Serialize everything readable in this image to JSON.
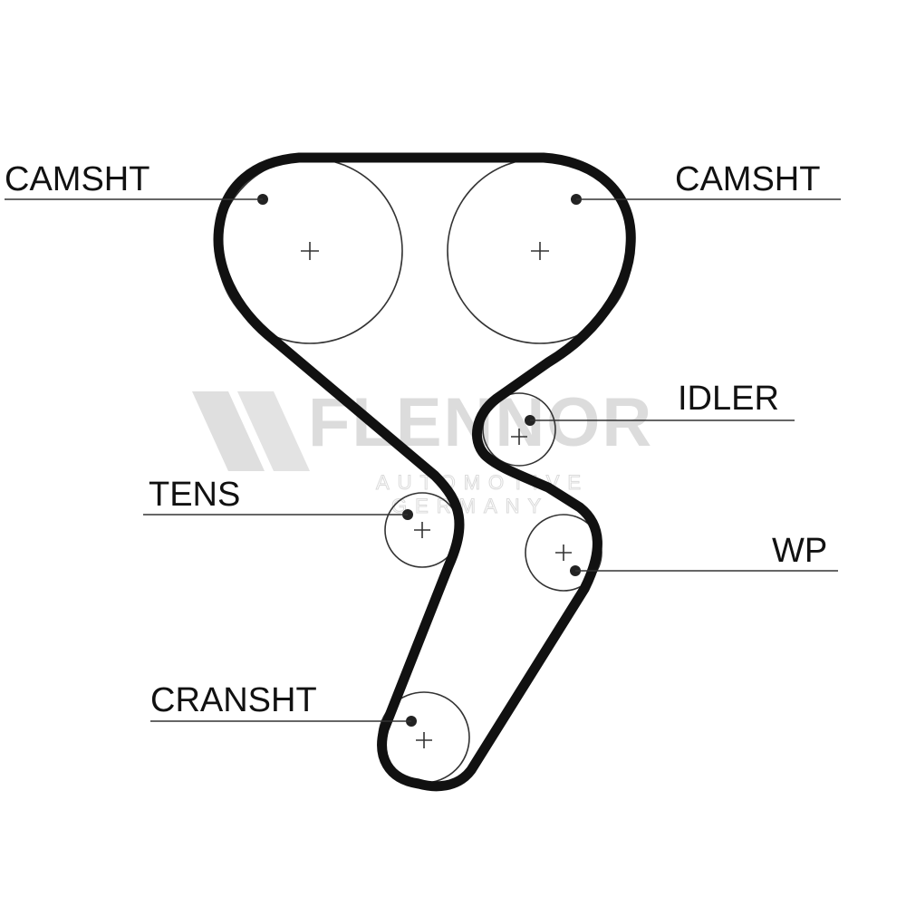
{
  "watermark": {
    "brand": "FLENNOR",
    "line1": "AUTOMOTIVE",
    "line2": "GERMANY"
  },
  "labels": {
    "camshaft_left": "CAMSHT",
    "camshaft_right": "CAMSHT",
    "idler": "IDLER",
    "tensioner": "TENS",
    "water_pump": "WP",
    "crankshaft": "CRANSHT"
  },
  "colors": {
    "belt": "#111111",
    "line": "#333333",
    "watermark": "#dcdcdc"
  }
}
